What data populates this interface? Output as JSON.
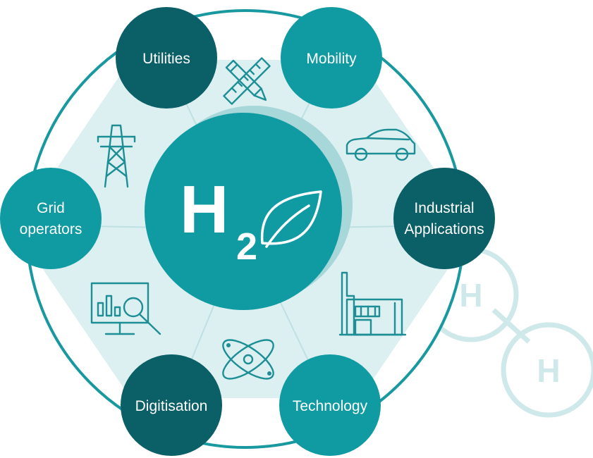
{
  "center": {
    "symbol": "H",
    "subscript": "2"
  },
  "nodes": {
    "utilities": {
      "label": "Utilities"
    },
    "mobility": {
      "label": "Mobility"
    },
    "industrial": {
      "line1": "Industrial",
      "line2": "Applications"
    },
    "technology": {
      "label": "Technology"
    },
    "digitisation": {
      "label": "Digitisation"
    },
    "grid": {
      "line1": "Grid",
      "line2": "operators"
    }
  },
  "molecule": {
    "atom1": "H",
    "atom2": "H"
  },
  "colors": {
    "dark": "#0b5f66",
    "mid": "#109ba3",
    "ring": "#18999f",
    "hexagon": "#dcf0f1",
    "spoke": "#bfe0e3",
    "icon": "#1d8e95",
    "molecule": "#cfe8ea"
  },
  "icons": [
    "ruler-pencil-icon",
    "car-icon",
    "factory-icon",
    "atom-icon",
    "analytics-screen-icon",
    "power-pylon-icon",
    "leaf-icon"
  ]
}
